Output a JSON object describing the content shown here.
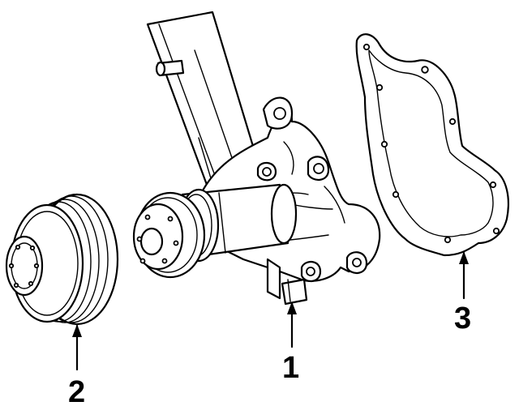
{
  "diagram": {
    "callouts": [
      {
        "id": "water-pump",
        "label": "1"
      },
      {
        "id": "pulley",
        "label": "2"
      },
      {
        "id": "gasket",
        "label": "3"
      }
    ]
  }
}
